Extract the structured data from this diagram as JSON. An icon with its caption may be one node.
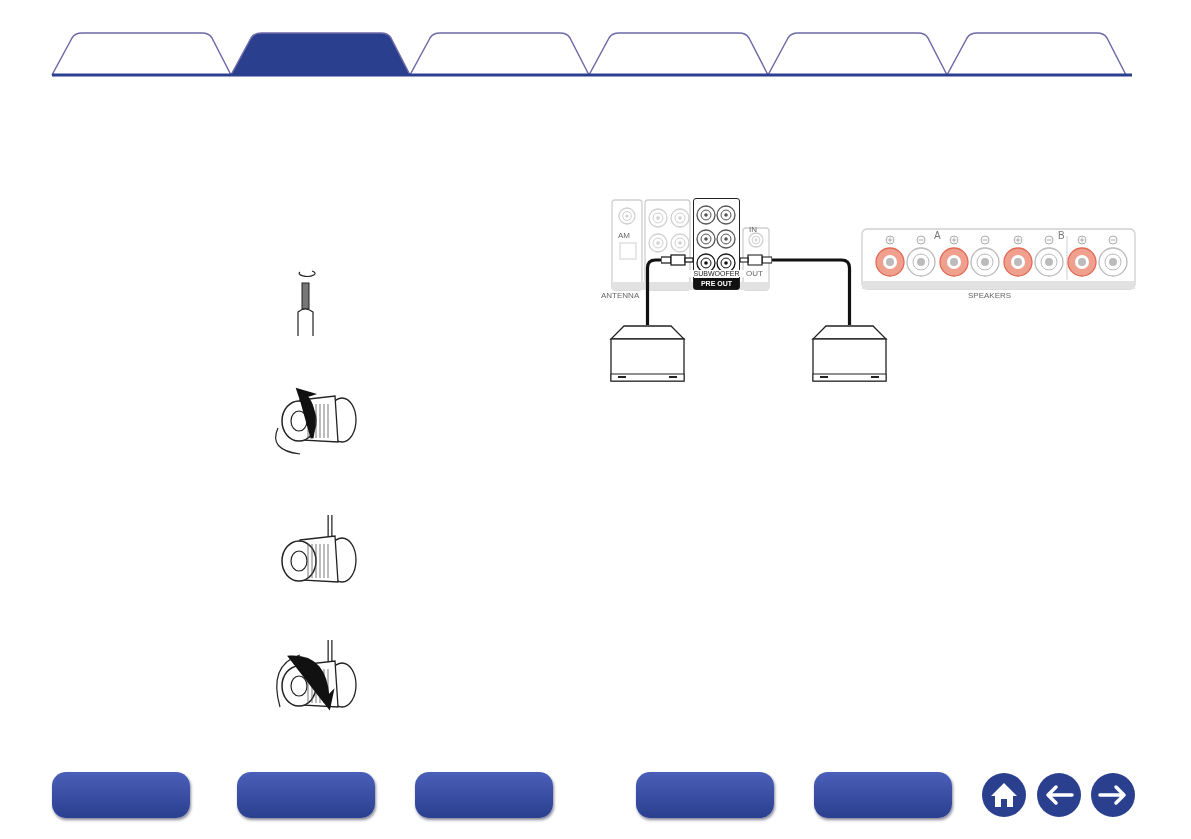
{
  "diagram": {
    "nodes": [
      {
        "text": [
          "SUBWOOFER",
          "PRE OUT"
        ]
      },
      {
        "text": [],
        "shape": "box"
      },
      {
        "text": [],
        "shape": "box"
      }
    ],
    "edges": [
      {
        "from": 1,
        "to": 0,
        "arrow": "other"
      },
      {
        "from": 2,
        "to": 0,
        "arrow": "other"
      }
    ],
    "labels": [
      "A",
      "B",
      "AM",
      "IN",
      "OUT",
      "ANTENNA",
      "SPEAKERS"
    ]
  }
}
